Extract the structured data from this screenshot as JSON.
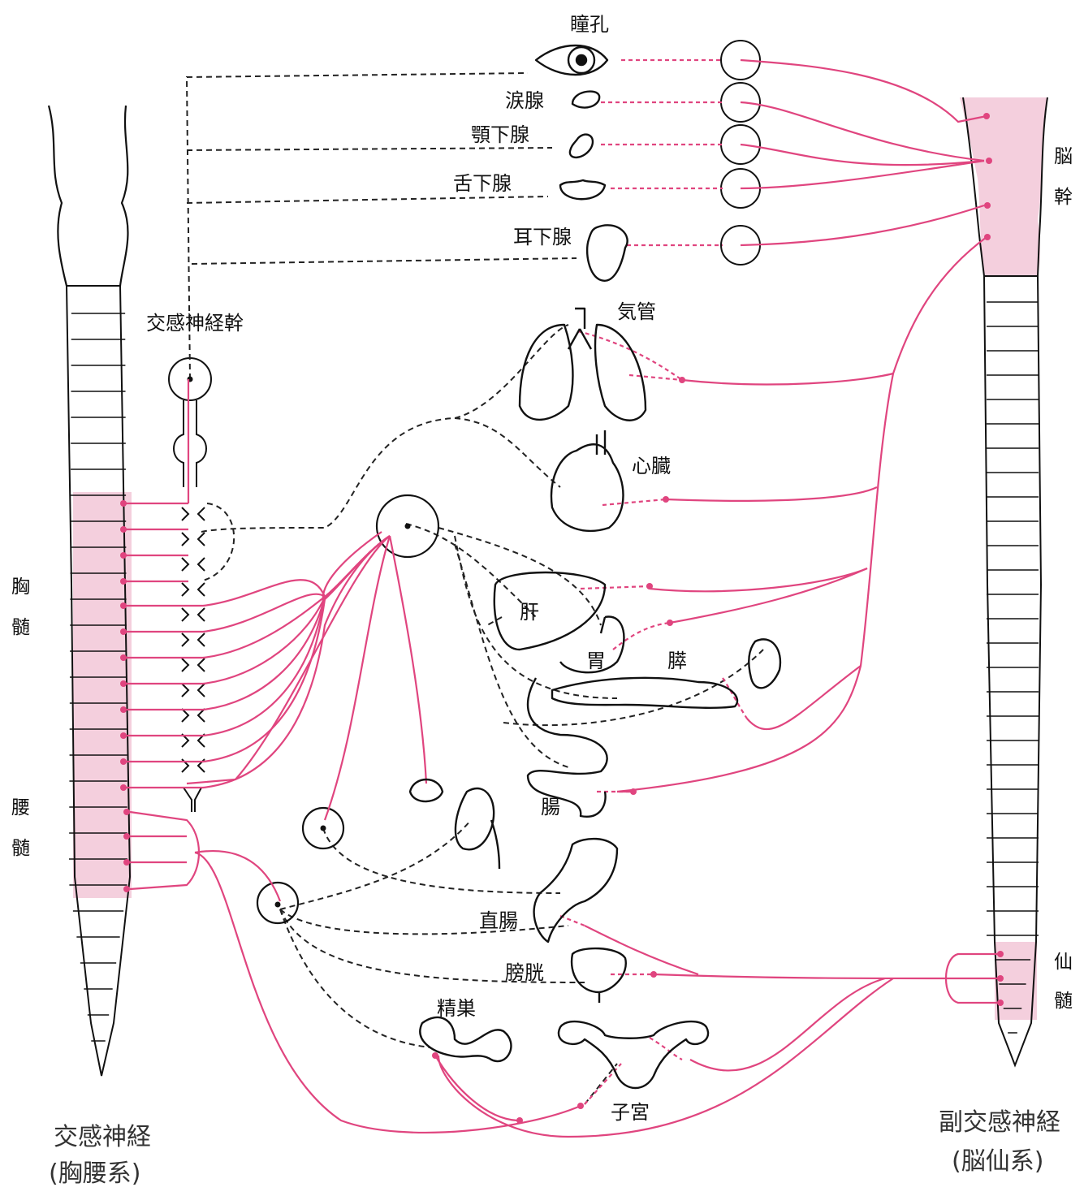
{
  "colors": {
    "parasympathetic": "#e0457f",
    "sympathetic": "#222222",
    "highlight_fill": "#f4cfdd",
    "outline": "#111111"
  },
  "labels": {
    "pupil": "瞳孔",
    "lacrimal": "涙腺",
    "submandibular": "顎下腺",
    "sublingual": "舌下腺",
    "parotid": "耳下腺",
    "sympathetic_trunk": "交感神経幹",
    "trachea": "気管",
    "heart": "心臓",
    "liver": "肝",
    "stomach": "胃",
    "pancreas": "膵",
    "intestine": "腸",
    "rectum": "直腸",
    "bladder": "膀胱",
    "testis": "精巣",
    "uterus": "子宮"
  },
  "spine_labels": {
    "thoracic": [
      "胸",
      "髄"
    ],
    "lumbar": [
      "腰",
      "髄"
    ],
    "brainstem": [
      "脳",
      "幹"
    ],
    "sacral": [
      "仙",
      "髄"
    ]
  },
  "captions": {
    "sympathetic_title": "交感神経",
    "sympathetic_sub": "(胸腰系)",
    "parasympathetic_title": "副交感神経",
    "parasympathetic_sub": "(脳仙系)"
  },
  "icons": [
    "eye-icon",
    "lacrimal-gland-icon",
    "submandibular-gland-icon",
    "sublingual-gland-icon",
    "parotid-gland-icon",
    "lungs-icon",
    "heart-icon",
    "liver-icon",
    "stomach-icon",
    "pancreas-icon",
    "spleen-icon",
    "intestine-icon",
    "adrenal-icon",
    "kidney-icon",
    "rectum-icon",
    "bladder-icon",
    "testis-icon",
    "uterus-icon"
  ]
}
